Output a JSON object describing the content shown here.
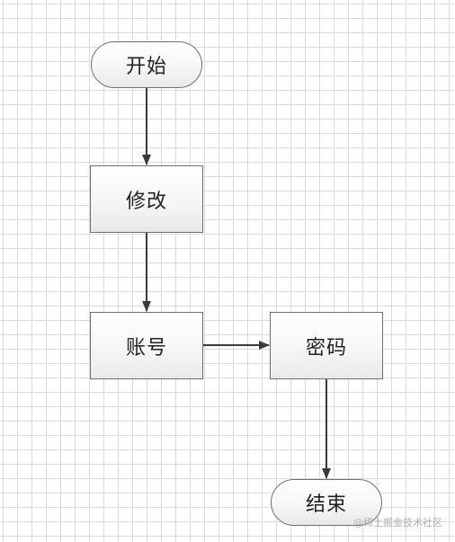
{
  "diagram": {
    "nodes": {
      "start": "开始",
      "modify": "修改",
      "account": "账号",
      "password": "密码",
      "end": "结束"
    },
    "edges": [
      {
        "from": "start",
        "to": "modify"
      },
      {
        "from": "modify",
        "to": "account"
      },
      {
        "from": "account",
        "to": "password"
      },
      {
        "from": "password",
        "to": "end"
      }
    ]
  },
  "watermark": "@稀土掘金技术社区",
  "colors": {
    "node_border": "#6f6f6f",
    "arrow": "#3a3a3a",
    "grid": "#dcdcdc"
  }
}
